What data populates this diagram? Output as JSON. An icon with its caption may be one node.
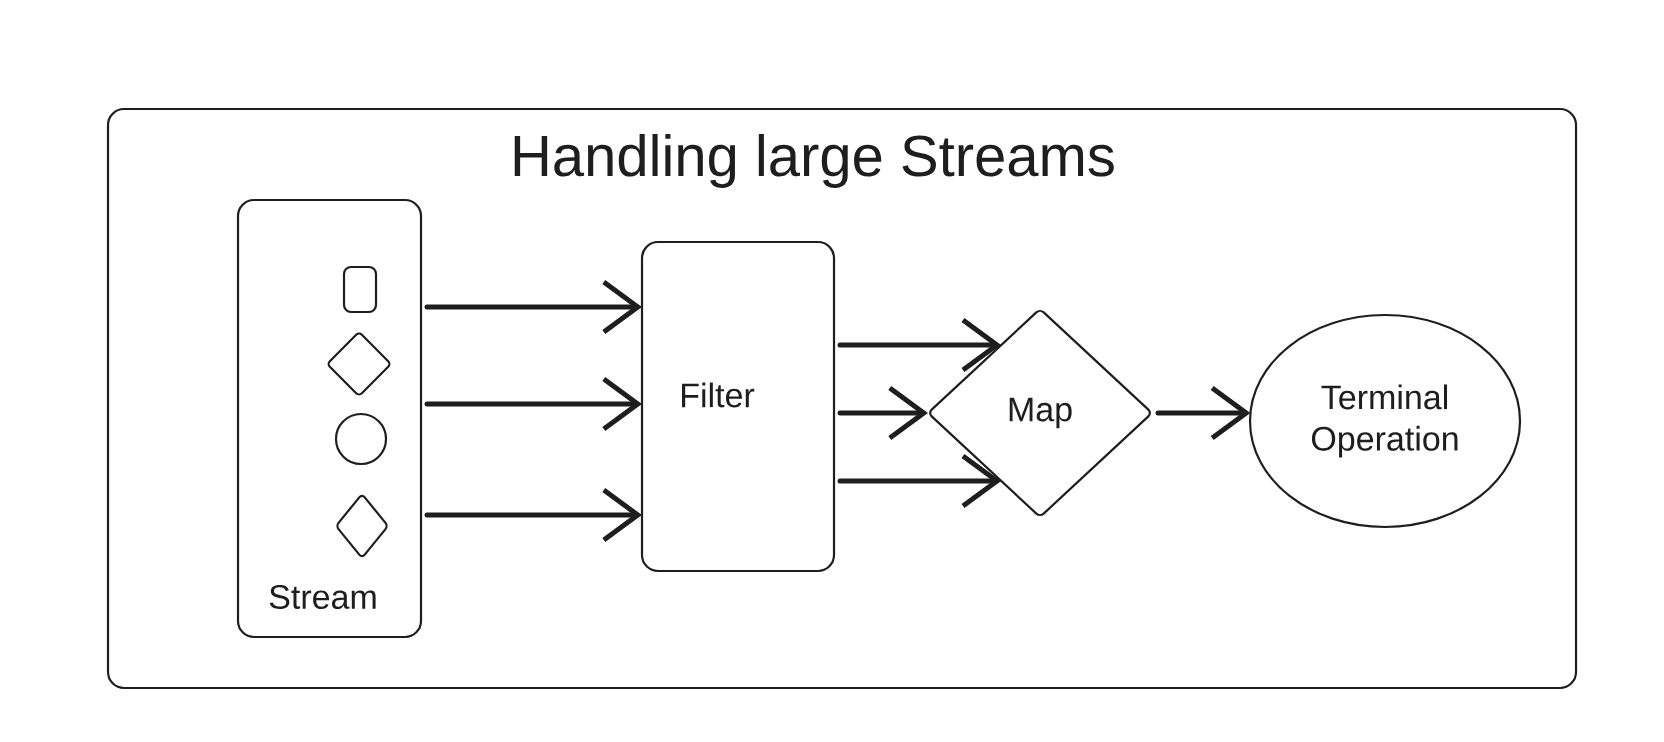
{
  "diagram": {
    "nodes": [
      {
        "text": [
          "Handling large Streams"
        ]
      },
      {
        "text": [
          "Stream"
        ],
        "in": 0
      },
      {
        "text": [],
        "shape": "box",
        "in": 1
      },
      {
        "text": [],
        "shape": "diamond",
        "in": 1
      },
      {
        "text": [],
        "shape": "circle",
        "in": 1
      },
      {
        "text": [],
        "shape": "diamond",
        "in": 1
      },
      {
        "text": [
          "Filter"
        ],
        "in": 0
      },
      {
        "text": [
          "Map"
        ],
        "in": 0
      },
      {
        "text": [
          "Terminal Operation"
        ],
        "in": 0
      }
    ],
    "edges": [
      {
        "from": 1,
        "to": 6,
        "arrow": "to"
      },
      {
        "from": 1,
        "to": 6,
        "arrow": "to"
      },
      {
        "from": 1,
        "to": 6,
        "arrow": "to"
      },
      {
        "from": 6,
        "to": 7,
        "arrow": "to"
      },
      {
        "from": 6,
        "to": 7,
        "arrow": "to"
      },
      {
        "from": 6,
        "to": 7,
        "arrow": "to"
      },
      {
        "from": 7,
        "to": 8,
        "arrow": "to"
      }
    ]
  }
}
